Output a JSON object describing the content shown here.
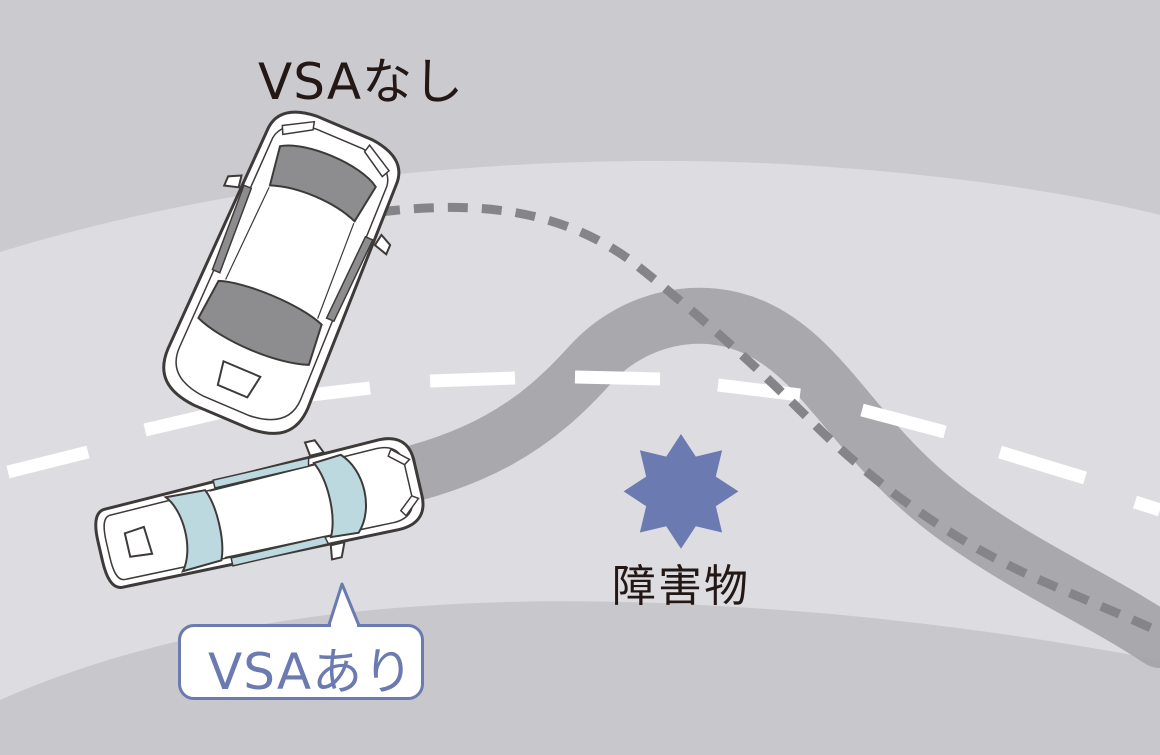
{
  "labels": {
    "without_vsa": "VSAなし",
    "with_vsa": "VSAあり",
    "obstacle": "障害物"
  },
  "colors": {
    "background": "#cbcacf",
    "road": "#dddce1",
    "lower_band": "#c8c7cc",
    "tire_track": "#a4a4a8",
    "dashed_path": "#858589",
    "lane_marking": "#ffffff",
    "obstacle": "#6b7ab0",
    "callout_border": "#6b7ab0",
    "text_dark": "#231815",
    "car_glass_gray": "#8d8d8f",
    "car_glass_blue": "#bcd9df"
  },
  "icons": {
    "obstacle": "burst-star-icon",
    "car_without_vsa": "car-topview-icon",
    "car_with_vsa": "car-topview-icon"
  }
}
